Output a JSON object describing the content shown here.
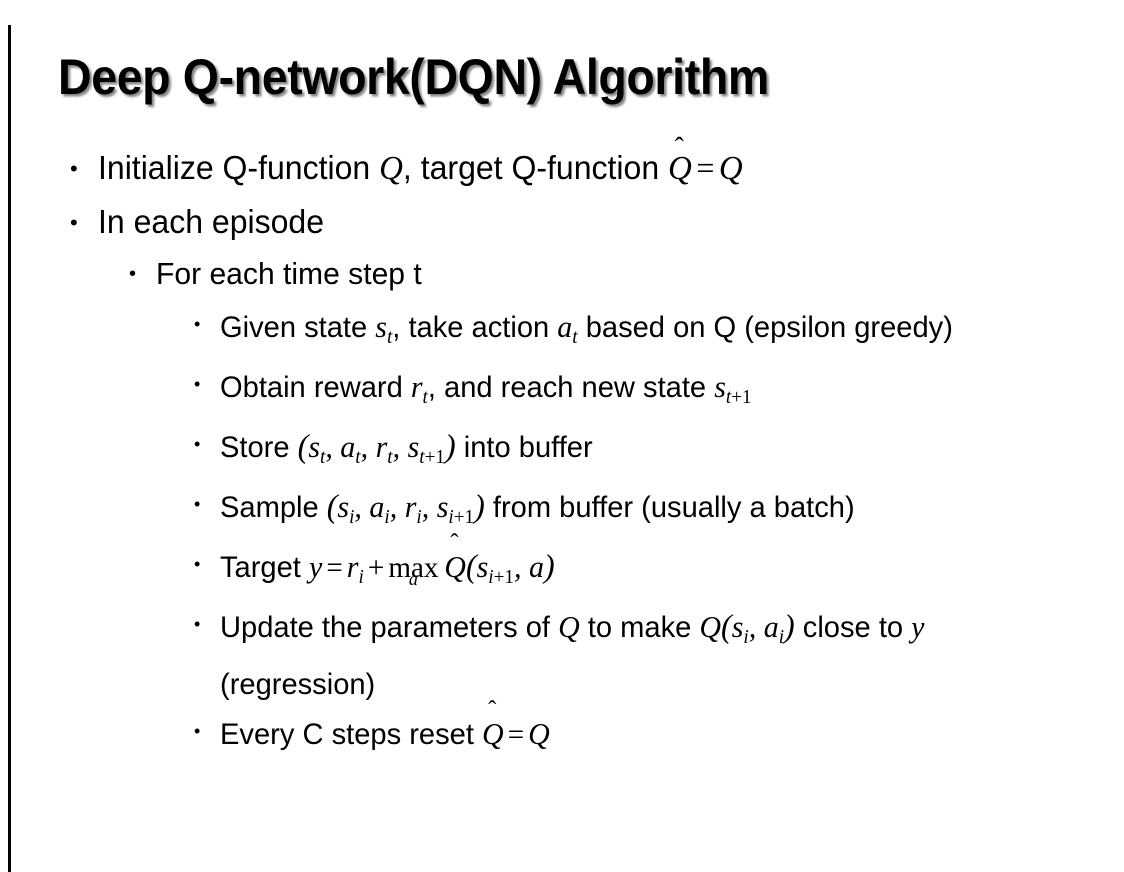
{
  "slide": {
    "title": "Deep Q-network(DQN) Algorithm",
    "background_color": "#ffffff",
    "text_color": "#000000",
    "left_rule_color": "#000000",
    "title_shadow_color": "#6e6e6e",
    "bullet_marker": "•"
  },
  "bullets": [
    {
      "level": 1,
      "name": "bullet-initialize-q-function",
      "segments": [
        {
          "kind": "text",
          "value": "Initialize Q-function "
        },
        {
          "kind": "var",
          "value": "Q"
        },
        {
          "kind": "text",
          "value": ", target Q-function "
        },
        {
          "kind": "qhat",
          "value": "Q"
        },
        {
          "kind": "op",
          "value": " = "
        },
        {
          "kind": "var",
          "value": "Q"
        }
      ],
      "plain": "Initialize Q-function Q, target Q-function Q̂ = Q"
    },
    {
      "level": 1,
      "name": "bullet-in-each-episode",
      "segments": [
        {
          "kind": "text",
          "value": "In each episode"
        }
      ],
      "plain": "In each episode"
    },
    {
      "level": 2,
      "name": "bullet-for-each-time-step",
      "segments": [
        {
          "kind": "text",
          "value": "For each time step t"
        }
      ],
      "plain": "For each time step t"
    },
    {
      "level": 3,
      "name": "bullet-given-state-take-action",
      "segments": [
        {
          "kind": "text",
          "value": "Given state "
        },
        {
          "kind": "var",
          "value": "s",
          "sub": "t"
        },
        {
          "kind": "text",
          "value": ", take action "
        },
        {
          "kind": "var",
          "value": "a",
          "sub": "t"
        },
        {
          "kind": "text",
          "value": " based on Q (epsilon greedy)"
        }
      ],
      "plain": "Given state s_t, take action a_t based on Q (epsilon greedy)"
    },
    {
      "level": 3,
      "name": "bullet-obtain-reward",
      "segments": [
        {
          "kind": "text",
          "value": "Obtain reward "
        },
        {
          "kind": "var",
          "value": "r",
          "sub": "t"
        },
        {
          "kind": "text",
          "value": ", and reach new state "
        },
        {
          "kind": "var",
          "value": "s",
          "sub": "t+1"
        }
      ],
      "plain": "Obtain reward r_t, and reach new state s_{t+1}"
    },
    {
      "level": 3,
      "name": "bullet-store-into-buffer",
      "segments": [
        {
          "kind": "text",
          "value": "Store "
        },
        {
          "kind": "paren",
          "value": "("
        },
        {
          "kind": "var",
          "value": "s",
          "sub": "t"
        },
        {
          "kind": "var",
          "value": ", "
        },
        {
          "kind": "var",
          "value": "a",
          "sub": "t"
        },
        {
          "kind": "var",
          "value": ", "
        },
        {
          "kind": "var",
          "value": "r",
          "sub": "t"
        },
        {
          "kind": "var",
          "value": ", "
        },
        {
          "kind": "var",
          "value": "s",
          "sub": "t+1"
        },
        {
          "kind": "paren",
          "value": ")"
        },
        {
          "kind": "text",
          "value": " into buffer"
        }
      ],
      "plain": "Store (s_t, a_t, r_t, s_{t+1}) into buffer"
    },
    {
      "level": 3,
      "name": "bullet-sample-from-buffer",
      "segments": [
        {
          "kind": "text",
          "value": "Sample "
        },
        {
          "kind": "paren",
          "value": "("
        },
        {
          "kind": "var",
          "value": "s",
          "sub": "i"
        },
        {
          "kind": "var",
          "value": ", "
        },
        {
          "kind": "var",
          "value": "a",
          "sub": "i"
        },
        {
          "kind": "var",
          "value": ", "
        },
        {
          "kind": "var",
          "value": "r",
          "sub": "i"
        },
        {
          "kind": "var",
          "value": ", "
        },
        {
          "kind": "var",
          "value": "s",
          "sub": "i+1"
        },
        {
          "kind": "paren",
          "value": ")"
        },
        {
          "kind": "text",
          "value": " from buffer (usually a batch)"
        }
      ],
      "plain": "Sample (s_i, a_i, r_i, s_{i+1}) from buffer (usually a batch)"
    },
    {
      "level": 3,
      "name": "bullet-target-y",
      "segments": [
        {
          "kind": "text",
          "value": "Target "
        },
        {
          "kind": "var",
          "value": "y"
        },
        {
          "kind": "op",
          "value": " = "
        },
        {
          "kind": "var",
          "value": "r",
          "sub": "i"
        },
        {
          "kind": "op",
          "value": " + "
        },
        {
          "kind": "max",
          "value": "max",
          "limit": "a"
        },
        {
          "kind": "qhat",
          "value": "Q"
        },
        {
          "kind": "paren",
          "value": "("
        },
        {
          "kind": "var",
          "value": "s",
          "sub": "i+1"
        },
        {
          "kind": "var",
          "value": ", "
        },
        {
          "kind": "var",
          "value": "a"
        },
        {
          "kind": "paren",
          "value": ")"
        }
      ],
      "plain": "Target y = r_i + max_a Q̂(s_{i+1}, a)"
    },
    {
      "level": 3,
      "name": "bullet-update-parameters",
      "segments": [
        {
          "kind": "text",
          "value": "Update the parameters of "
        },
        {
          "kind": "var",
          "value": "Q"
        },
        {
          "kind": "text",
          "value": " to make "
        },
        {
          "kind": "var",
          "value": "Q"
        },
        {
          "kind": "paren",
          "value": "("
        },
        {
          "kind": "var",
          "value": "s",
          "sub": "i"
        },
        {
          "kind": "var",
          "value": ", "
        },
        {
          "kind": "var",
          "value": "a",
          "sub": "i"
        },
        {
          "kind": "paren",
          "value": ")"
        },
        {
          "kind": "text",
          "value": " close to "
        },
        {
          "kind": "var",
          "value": "y"
        },
        {
          "kind": "text",
          "value": " (regression)"
        }
      ],
      "plain": "Update the parameters of Q to make Q(s_i, a_i) close to y (regression)"
    },
    {
      "level": 3,
      "name": "bullet-every-c-steps-reset",
      "segments": [
        {
          "kind": "text",
          "value": "Every C steps reset "
        },
        {
          "kind": "qhat",
          "value": "Q"
        },
        {
          "kind": "op",
          "value": " = "
        },
        {
          "kind": "var",
          "value": "Q"
        }
      ],
      "plain": "Every C steps reset Q̂ = Q"
    }
  ]
}
